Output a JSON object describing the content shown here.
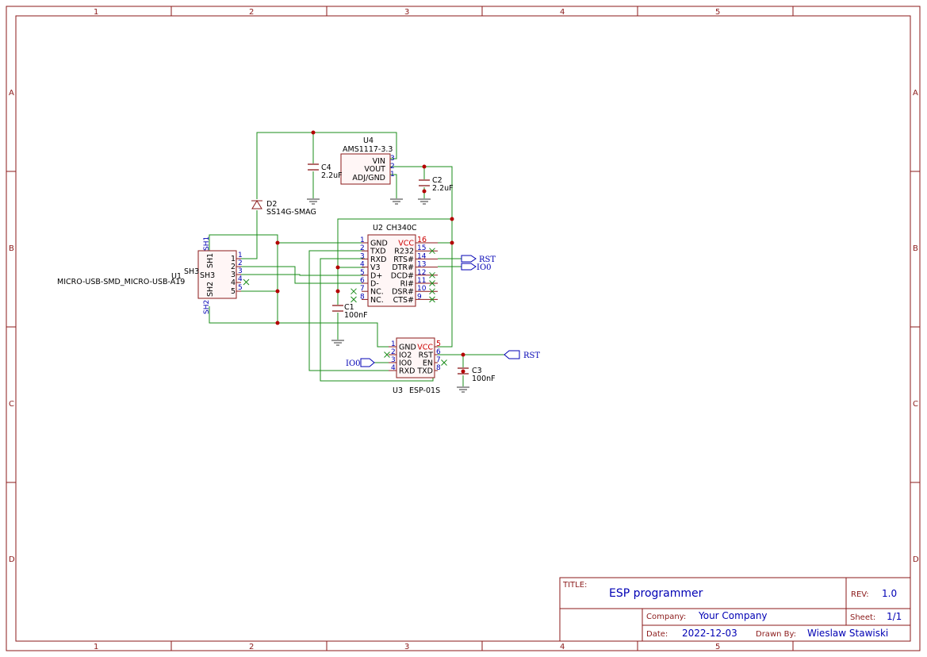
{
  "frame": {
    "columns": [
      "1",
      "2",
      "3",
      "4",
      "5"
    ],
    "rows": [
      "A",
      "B",
      "C",
      "D"
    ]
  },
  "title_block": {
    "title_label": "TITLE:",
    "title": "ESP programmer",
    "rev_label": "REV:",
    "rev": "1.0",
    "company_label": "Company:",
    "company": "Your Company",
    "sheet_label": "Sheet:",
    "sheet": "1/1",
    "date_label": "Date:",
    "date": "2022-12-03",
    "drawn_label": "Drawn By:",
    "drawn_by": "Wieslaw Stawiski"
  },
  "components": {
    "u4": {
      "ref": "U4",
      "value": "AMS1117-3.3",
      "pins": [
        "VIN",
        "VOUT",
        "ADJ/GND"
      ],
      "pin_numbers": [
        "3",
        "2",
        "1"
      ]
    },
    "c4": {
      "ref": "C4",
      "value": "2.2uF"
    },
    "c2": {
      "ref": "C2",
      "value": "2.2uF"
    },
    "d2": {
      "ref": "D2",
      "value": "SS14G-SMAG"
    },
    "u1": {
      "ref": "U1",
      "value": "MICRO-USB-SMD_MICRO-USB-A19",
      "pins": [
        "1",
        "2",
        "3",
        "4",
        "5"
      ],
      "shield": [
        "SH1",
        "SH3",
        "SH2"
      ]
    },
    "u2": {
      "ref": "U2",
      "value": "CH340C",
      "left_pins": [
        {
          "num": "1",
          "name": "GND"
        },
        {
          "num": "2",
          "name": "TXD"
        },
        {
          "num": "3",
          "name": "RXD"
        },
        {
          "num": "4",
          "name": "V3"
        },
        {
          "num": "5",
          "name": "D+"
        },
        {
          "num": "6",
          "name": "D-"
        },
        {
          "num": "7",
          "name": "NC."
        },
        {
          "num": "8",
          "name": "NC."
        }
      ],
      "right_pins": [
        {
          "num": "16",
          "name": "VCC"
        },
        {
          "num": "15",
          "name": "R232"
        },
        {
          "num": "14",
          "name": "RTS#"
        },
        {
          "num": "13",
          "name": "DTR#"
        },
        {
          "num": "12",
          "name": "DCD#"
        },
        {
          "num": "11",
          "name": "RI#"
        },
        {
          "num": "10",
          "name": "DSR#"
        },
        {
          "num": "9",
          "name": "CTS#"
        }
      ]
    },
    "c1": {
      "ref": "C1",
      "value": "100nF"
    },
    "u3": {
      "ref": "U3",
      "value": "ESP-01S",
      "left_pins": [
        {
          "num": "1",
          "name": "GND"
        },
        {
          "num": "2",
          "name": "IO2"
        },
        {
          "num": "3",
          "name": "IO0"
        },
        {
          "num": "4",
          "name": "RXD"
        }
      ],
      "right_pins": [
        {
          "num": "5",
          "name": "VCC"
        },
        {
          "num": "6",
          "name": "RST"
        },
        {
          "num": "7",
          "name": "EN"
        },
        {
          "num": "8",
          "name": "TXD"
        }
      ]
    },
    "c3": {
      "ref": "C3",
      "value": "100nF"
    }
  },
  "net_labels": {
    "rst": "RST",
    "io0": "IO0"
  }
}
